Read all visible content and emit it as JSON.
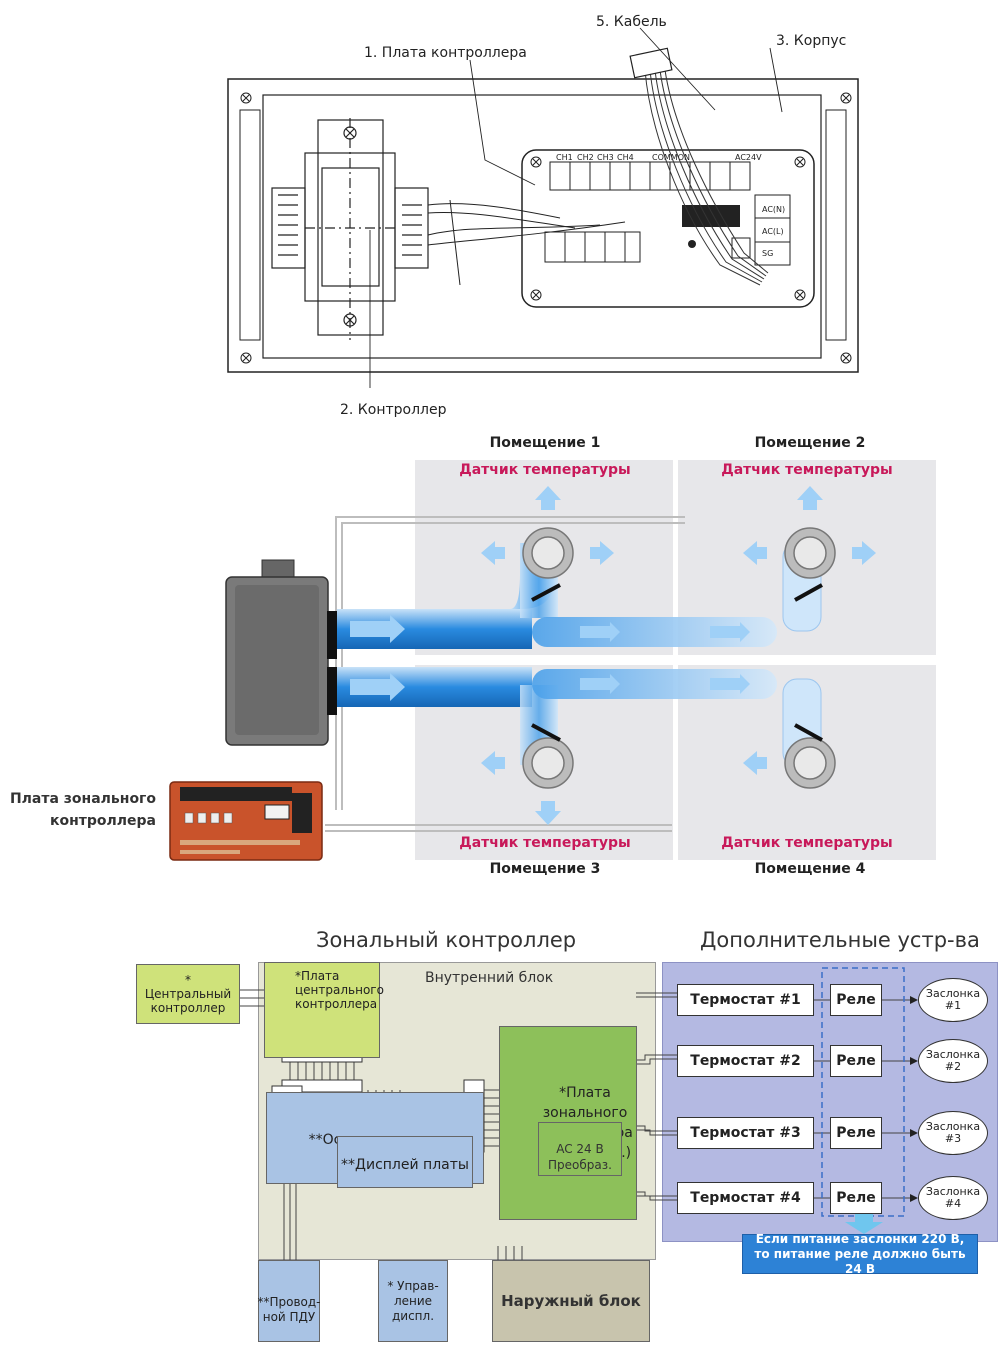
{
  "top": {
    "label_board": "1. Плата контроллера",
    "label_controller": "2. Контроллер",
    "label_case": "3. Корпус",
    "label_cable": "5. Кабель",
    "pcb_terminals": [
      "CH1",
      "CH2",
      "CH3",
      "CH4",
      "COMMON",
      "AC24V"
    ],
    "pcb_right_labels": [
      "AC(N)",
      "AC(L)",
      "SG"
    ]
  },
  "rooms": {
    "room1": "Помещение 1",
    "room2": "Помещение 2",
    "room3": "Помещение 3",
    "room4": "Помещение 4",
    "sensor": "Датчик температуры"
  },
  "zone_board_label": "Плата зонального контроллера",
  "schematic": {
    "title_left": "Зональный контроллер",
    "title_right": "Дополнительные устр-ва",
    "central_controller": "* Центральный контроллер",
    "central_board": "*Плата центрального контроллера",
    "indoor_unit": "Внутренний блок",
    "main_board": "**Основная плата",
    "display_board": "**Дисплей платы",
    "zone_board_aux": "*Плата зонального контроллера (вспомогат.)",
    "ac24": "AC 24 В Преобраз.",
    "wired_remote": "**Провод-ной ПДУ",
    "display_control": "* Управ-ление диспл.",
    "outdoor_unit": "Наружный блок",
    "thermostats": [
      "Термостат #1",
      "Термостат #2",
      "Термостат #3",
      "Термостат #4"
    ],
    "relay": "Реле",
    "dampers": [
      "Заслонка #1",
      "Заслонка #2",
      "Заслонка #3",
      "Заслонка #4"
    ],
    "note": "Если питание заслонки 220 В, то питание реле должно быть 24 В"
  },
  "colors": {
    "accent_red": "#c8195a",
    "green_box": "#cfe27a",
    "blue_box": "#a9c3e4",
    "beige_bg": "#e6e6d6",
    "purple_bg": "#b4b9e2",
    "duct_blue": "#2a8be0"
  }
}
